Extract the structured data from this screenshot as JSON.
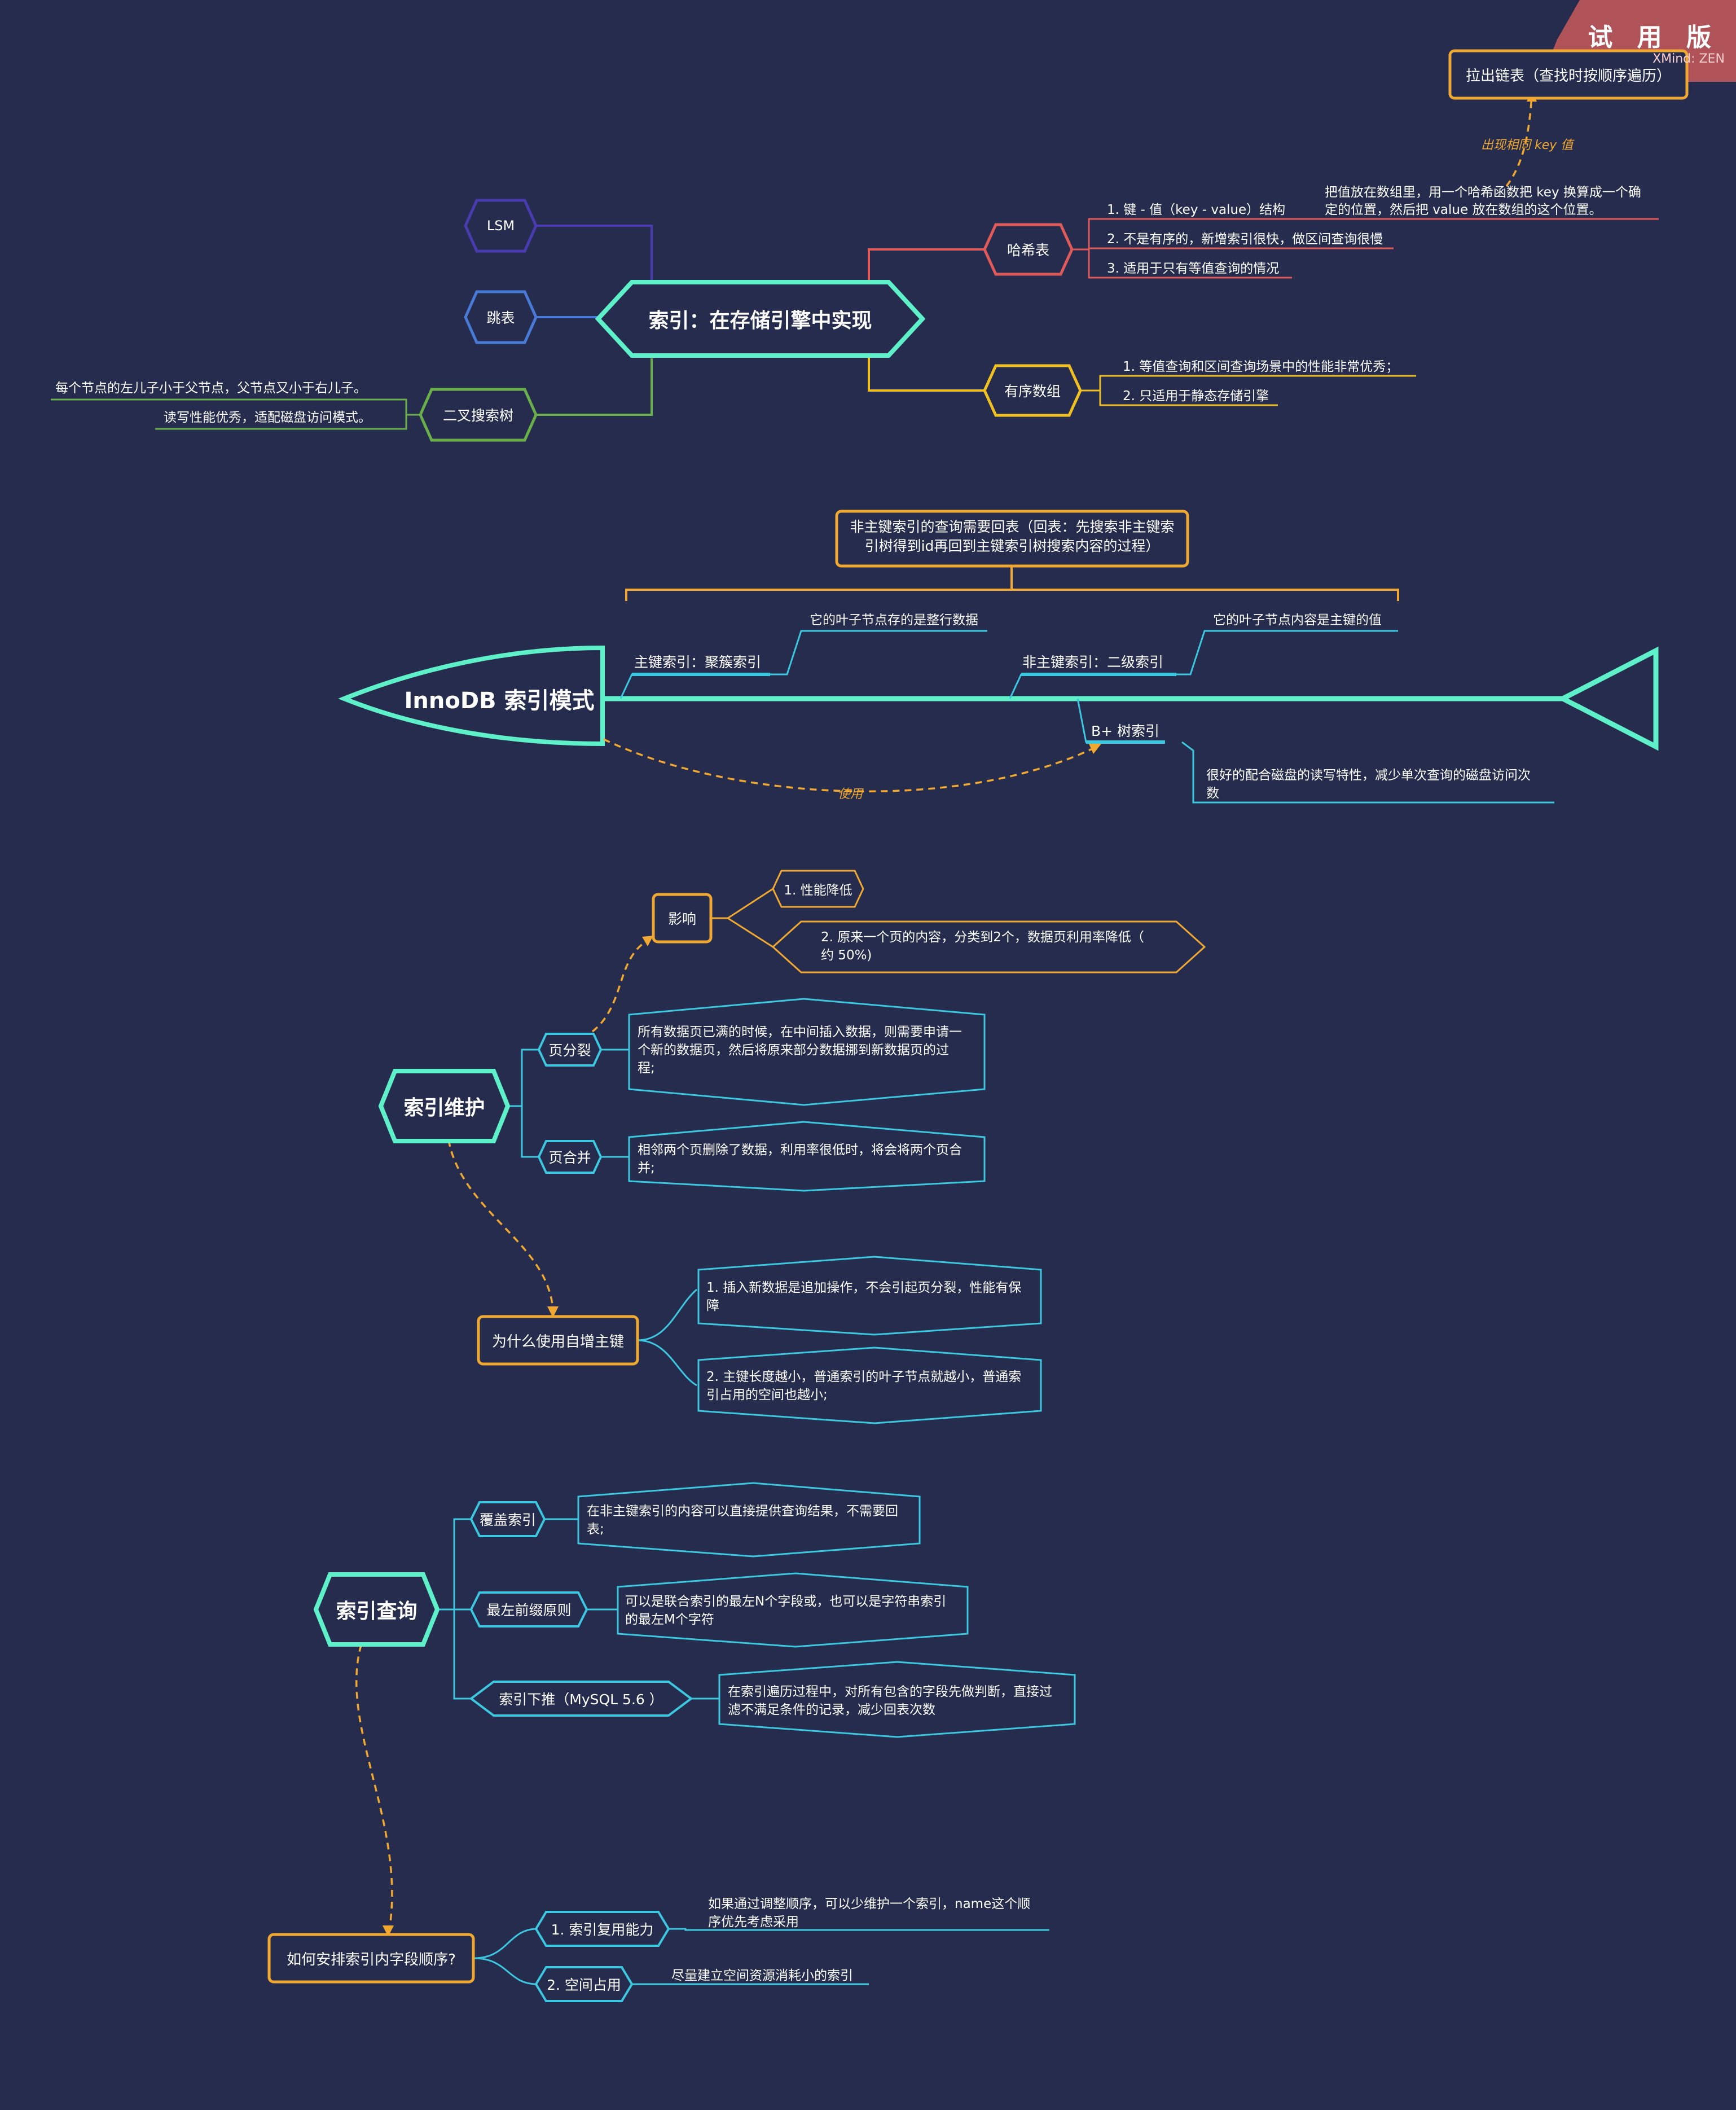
{
  "watermark": {
    "title": "试 用 版",
    "brand": "XMind: ZEN"
  },
  "section1": {
    "center": "索引：在存储引擎中实现",
    "lsm": "LSM",
    "skiplist": "跳表",
    "bst": "二叉搜索树",
    "bst_notes": [
      "每个节点的左儿子小于父节点，父节点又小于右儿子。",
      "读写性能优秀，适配磁盘访问模式。"
    ],
    "hash": "哈希表",
    "hash_items": [
      "1. 键 - 值（key - value）结构",
      "2. 不是有序的，新增索引很快，做区间查询很慢",
      "3. 适用于只有等值查询的情况"
    ],
    "hash_detail": [
      "把值放在数组里，用一个哈希函数把 key 换算成一个确",
      "定的位置，然后把 value 放在数组的这个位置。"
    ],
    "hash_link": "出现相同 key 值",
    "chain": "拉出链表（查找时按顺序遍历）",
    "sorted": "有序数组",
    "sorted_items": [
      "1. 等值查询和区间查询场景中的性能非常优秀；",
      "2. 只适用于静态存储引擎"
    ]
  },
  "section2": {
    "head": "InnoDB 索引模式",
    "summary": [
      "非主键索引的查询需要回表（回表：先搜索非主键索",
      "引树得到id再回到主键索引树搜索内容的过程）"
    ],
    "primary": "主键索引：聚簇索引",
    "primary_note": "它的叶子节点存的是整行数据",
    "secondary": "非主键索引：二级索引",
    "secondary_note": "它的叶子节点内容是主键的值",
    "bplus": "B+ 树索引",
    "bplus_note": [
      "很好的配合磁盘的读写特性，减少单次查询的磁盘访问次",
      "数"
    ],
    "use_link": "使用"
  },
  "section3": {
    "center": "索引维护",
    "impact": "影响",
    "impact_items": [
      "1. 性能降低",
      "2. 原来一个页的内容，分类到2个，数据页利用率降低（",
      "约 50%)"
    ],
    "split": "页分裂",
    "split_note": [
      "所有数据页已满的时候，在中间插入数据，则需要申请一",
      "个新的数据页，然后将原来部分数据挪到新数据页的过",
      "程;"
    ],
    "merge": "页合并",
    "merge_note": [
      "相邻两个页删除了数据，利用率很低时，将会将两个页合",
      "并;"
    ],
    "auto": "为什么使用自增主键",
    "auto_items": [
      [
        "1. 插入新数据是追加操作，不会引起页分裂，性能有保",
        "障"
      ],
      [
        "2. 主键长度越小，普通索引的叶子节点就越小，普通索",
        "引占用的空间也越小;"
      ]
    ]
  },
  "section4": {
    "center": "索引查询",
    "cover": "覆盖索引",
    "cover_note": [
      "在非主键索引的内容可以直接提供查询结果，不需要回",
      "表;"
    ],
    "prefix": "最左前缀原则",
    "prefix_note": [
      "可以是联合索引的最左N个字段或，也可以是字符串索引",
      "的最左M个字符"
    ],
    "pushdown": "索引下推（MySQL 5.6 ）",
    "pushdown_note": [
      "在索引遍历过程中，对所有包含的字段先做判断，直接过",
      "滤不满足条件的记录，减少回表次数"
    ],
    "order": "如何安排索引内字段顺序?",
    "reuse": "1. 索引复用能力",
    "reuse_note": [
      "如果通过调整顺序，可以少维护一个索引，name这个顺",
      "序优先考虑采用"
    ],
    "space": "2. 空间占用",
    "space_note": "尽量建立空间资源消耗小的索引"
  },
  "colors": {
    "bg": "#252c4d",
    "teal": "#5ef0c8",
    "cyan": "#3cc8e0",
    "orange": "#f0a830",
    "red": "#e05a5a",
    "purple": "#4a3cb0",
    "blue": "#4a7ad8",
    "green": "#6ab04a",
    "yellow": "#f0c020"
  }
}
